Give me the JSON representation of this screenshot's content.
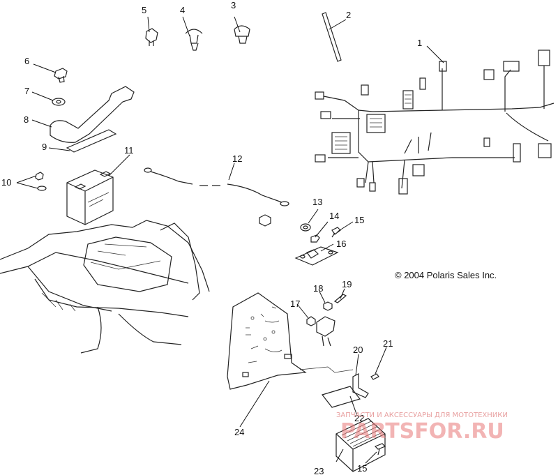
{
  "copyright": "© 2004 Polaris Sales Inc.",
  "watermark": {
    "line1": "ЗАПЧАСТИ И АКСЕССУАРЫ ДЛЯ МОТОТЕХНИКИ",
    "line2": "PARTSFOR.RU"
  },
  "callouts": {
    "c1": "1",
    "c2": "2",
    "c3": "3",
    "c4": "4",
    "c5": "5",
    "c6": "6",
    "c7": "7",
    "c8": "8",
    "c9": "9",
    "c10": "10",
    "c11": "11",
    "c12": "12",
    "c13": "13",
    "c14": "14",
    "c15a": "15",
    "c15b": "15",
    "c16": "16",
    "c17": "17",
    "c18": "18",
    "c19": "19",
    "c20": "20",
    "c21": "21",
    "c22": "22",
    "c23": "23",
    "c24": "24"
  }
}
